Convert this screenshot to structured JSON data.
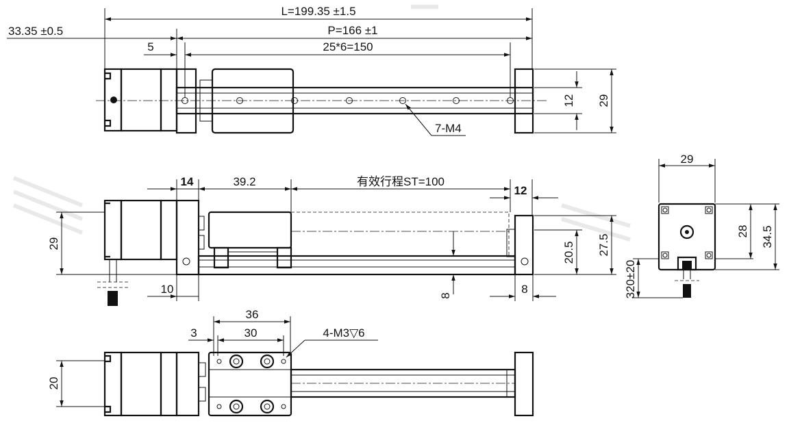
{
  "drawing": {
    "top_view": {
      "L": "L=199.35 ±1.5",
      "offset": "33.35 ±0.5",
      "P": "P=166 ±1",
      "five": "5",
      "pitch": "25*6=150",
      "h12": "12",
      "h29": "29",
      "holes": "7-M4"
    },
    "front_view": {
      "d14": "14",
      "d392": "39.2",
      "stroke": "有效行程ST=100",
      "d12": "12",
      "h29": "29",
      "h205": "20.5",
      "h275": "27.5",
      "d10": "10",
      "d8v": "8",
      "d8h": "8"
    },
    "side_view": {
      "w29": "29",
      "h28": "28",
      "h345": "34.5",
      "cable": "320±20"
    },
    "bottom_view": {
      "d36": "36",
      "d3": "3",
      "d30": "30",
      "holes": "4-M3▽6",
      "h20": "20"
    }
  }
}
